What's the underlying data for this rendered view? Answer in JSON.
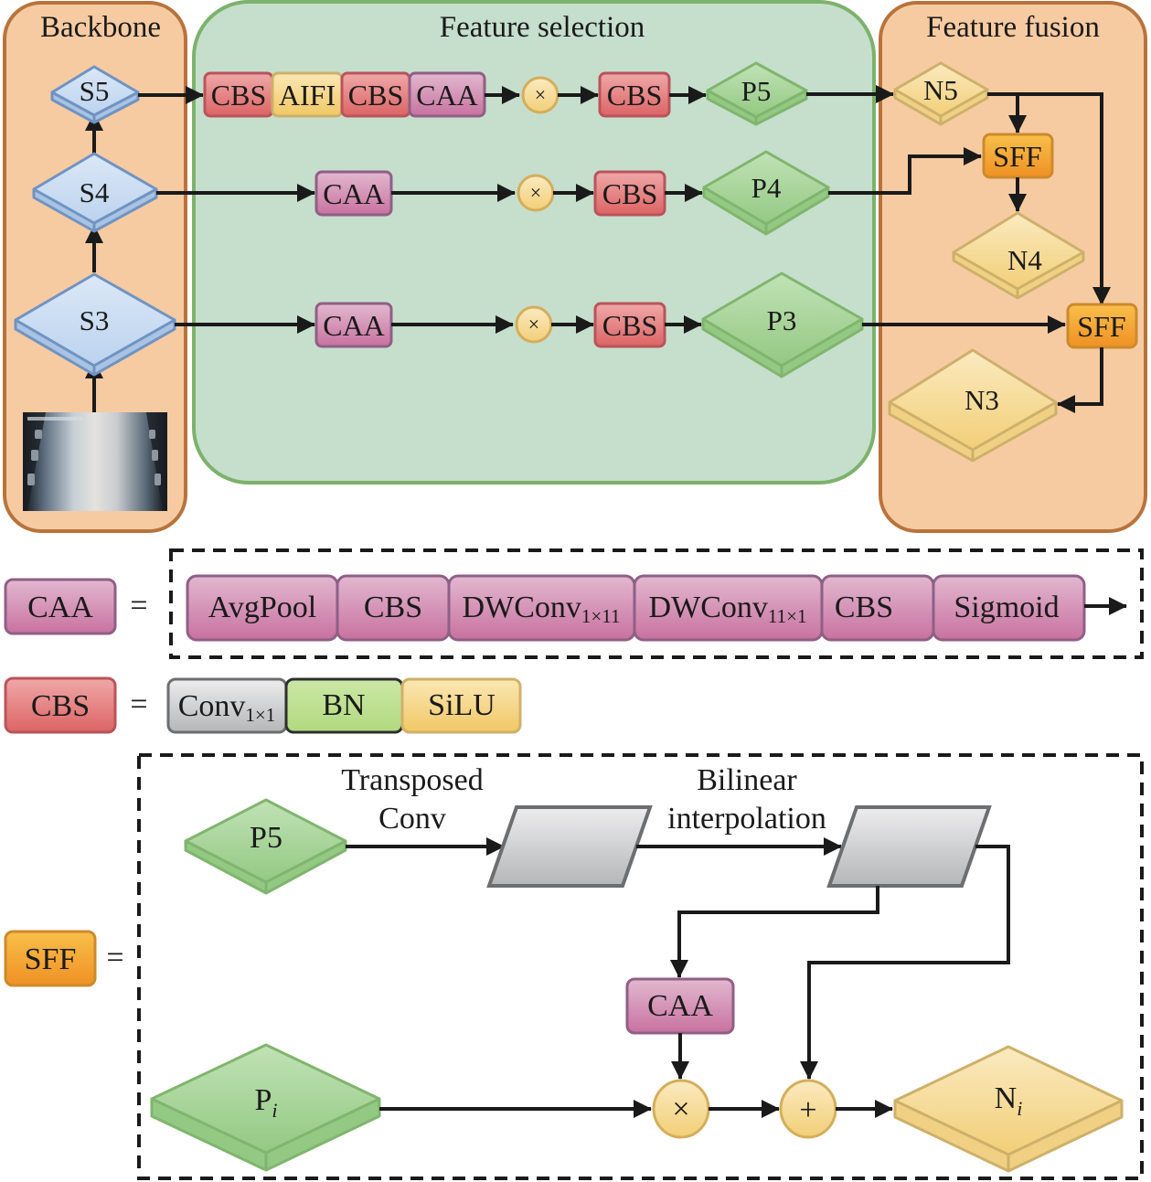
{
  "panels": {
    "backbone": "Backbone",
    "feature_selection": "Feature selection",
    "feature_fusion": "Feature fusion"
  },
  "backbone_nodes": [
    "S5",
    "S4",
    "S3"
  ],
  "input_image_label": "input-conveyor-image",
  "rows": {
    "top": [
      "CBS",
      "AIFI",
      "CBS",
      "CAA"
    ],
    "top_after": "CBS",
    "mid": "CAA",
    "mid_after": "CBS",
    "bot": "CAA",
    "bot_after": "CBS",
    "multiply": "×"
  },
  "p_nodes": [
    "P5",
    "P4",
    "P3"
  ],
  "n_nodes": [
    "N5",
    "N4",
    "N3"
  ],
  "sff_label": "SFF",
  "legend": {
    "equals": "=",
    "caa": {
      "name": "CAA",
      "blocks": [
        {
          "main": "AvgPool",
          "sub": ""
        },
        {
          "main": "CBS",
          "sub": ""
        },
        {
          "main": "DWConv",
          "sub": "1×11"
        },
        {
          "main": "DWConv",
          "sub": "11×1"
        },
        {
          "main": "CBS",
          "sub": ""
        },
        {
          "main": "Sigmoid",
          "sub": ""
        }
      ]
    },
    "cbs": {
      "name": "CBS",
      "blocks": [
        {
          "main": "Conv",
          "sub": "1×1"
        },
        {
          "main": "BN",
          "sub": ""
        },
        {
          "main": "SiLU",
          "sub": ""
        }
      ]
    },
    "sff": {
      "name": "SFF",
      "p5": "P5",
      "transposed_1": "Transposed",
      "transposed_2": "Conv",
      "bilinear_1": "Bilinear",
      "bilinear_2": "interpolation",
      "caa": "CAA",
      "pi_main": "P",
      "pi_sub": "i",
      "ni_main": "N",
      "ni_sub": "i",
      "multiply": "×",
      "plus": "+"
    }
  },
  "colors": {
    "panel_orange": "#f6cba2",
    "panel_orange_border": "#b8733c",
    "panel_green": "#c5dfcc",
    "panel_green_border": "#7db26c",
    "blue_node": "#c9ddf2",
    "blue_border": "#6f93c3",
    "green_node": "#a9d59a",
    "green_border": "#80b56e",
    "yellow_node": "#f7dc98",
    "yellow_border": "#cdb06a",
    "cbs_red": "#e07b7b",
    "cbs_border": "#b9545a",
    "caa_pink": "#d48bb5",
    "caa_border": "#8f5f86",
    "aifi_yellow": "#f6d98a",
    "sff_orange": "#f4a53a",
    "sff_border": "#cc8a2c",
    "gray_block": "#cfd0d2",
    "bn_green": "#bde08f"
  }
}
